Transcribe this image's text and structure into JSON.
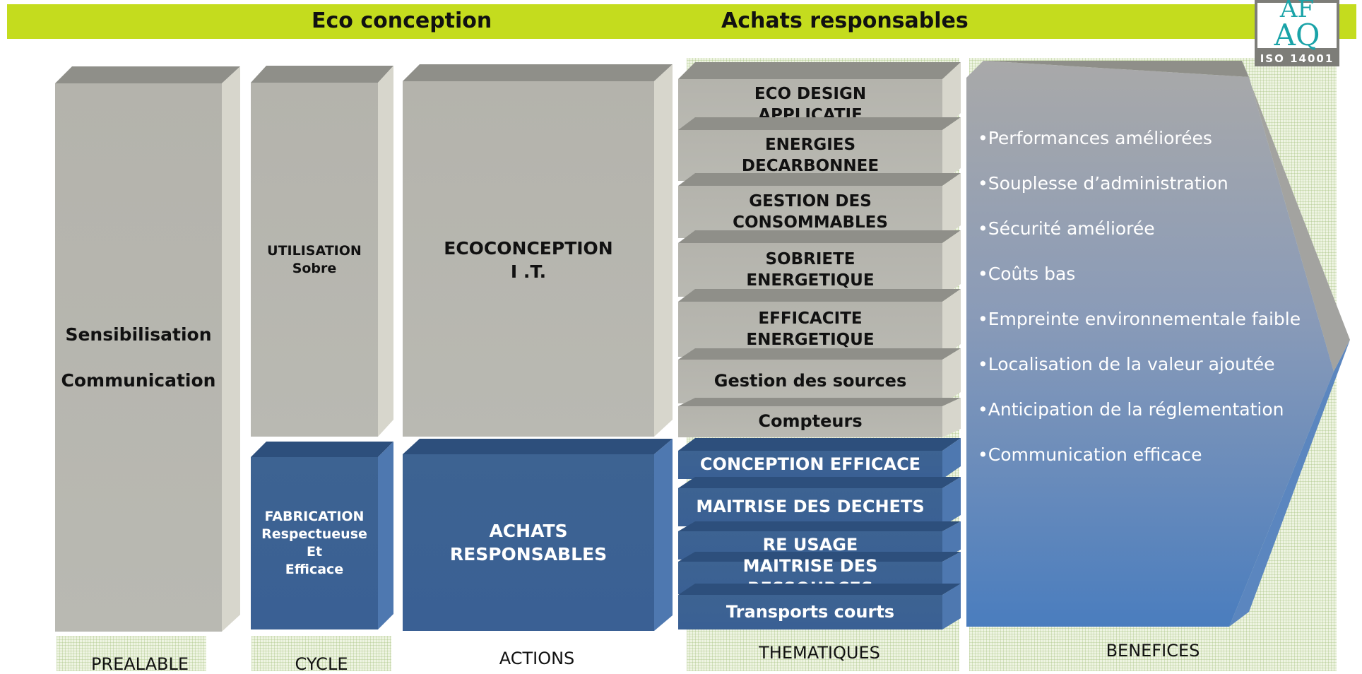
{
  "header": {
    "eco_conception": "Eco conception",
    "achats_responsables": "Achats responsables"
  },
  "logo": {
    "letters": "AFAQ",
    "caption": "ISO 14001"
  },
  "columns": {
    "prealable": {
      "label": "PREALABLE",
      "line1": "Sensibilisation",
      "line2": "Communication"
    },
    "cycle": {
      "label": "CYCLE",
      "utilisation_1": "UTILISATION",
      "utilisation_2": "Sobre",
      "fabrication_1": "FABRICATION",
      "fabrication_2": "Respectueuse",
      "fabrication_3": "Et",
      "fabrication_4": "Efficace"
    },
    "actions": {
      "label": "ACTIONS",
      "eco_1": "ECOCONCEPTION",
      "eco_2": "I .T.",
      "achats_1": "ACHATS",
      "achats_2": "RESPONSABLES"
    },
    "thematiques": {
      "label": "THEMATIQUES",
      "grey": [
        {
          "l1": "ECO DESIGN",
          "l2": "APPLICATIF"
        },
        {
          "l1": "ENERGIES",
          "l2": "DECARBONNEE"
        },
        {
          "l1": "GESTION DES",
          "l2": "CONSOMMABLES"
        },
        {
          "l1": "SOBRIETE",
          "l2": "ENERGETIQUE"
        },
        {
          "l1": "EFFICACITE",
          "l2": "ENERGETIQUE"
        },
        {
          "l1": "Gestion des sources"
        },
        {
          "l1": "Compteurs"
        }
      ],
      "blue": [
        {
          "l1": "CONCEPTION EFFICACE"
        },
        {
          "l1": "MAITRISE DES DECHETS"
        },
        {
          "l1": "RE USAGE"
        },
        {
          "l1": "MAITRISE DES RESSOURCES"
        },
        {
          "l1": "Transports courts"
        }
      ]
    },
    "benefices": {
      "label": "BENEFICES",
      "items": [
        "•Performances améliorées",
        "•Souplesse d’administration",
        "•Sécurité améliorée",
        "•Coûts bas",
        "•Empreinte environnementale faible",
        "•Localisation de la  valeur ajoutée",
        "•Anticipation de la réglementation",
        "•Communication efficace"
      ]
    }
  },
  "colors": {
    "banner": "#c4dc1e",
    "grey_block": "#b4b3ac",
    "blue_block": "#3d6392",
    "arrow_bottom": "#4a7dbe"
  }
}
